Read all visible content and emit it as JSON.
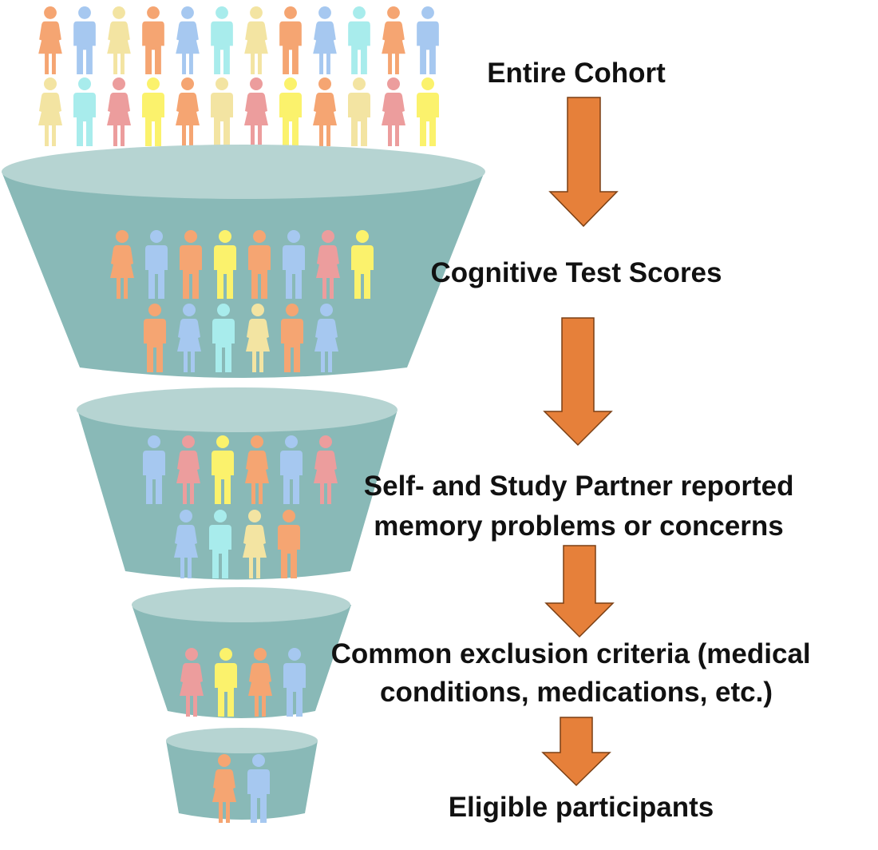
{
  "stages": [
    {
      "label_lines": [
        "Entire Cohort"
      ]
    },
    {
      "label_lines": [
        "Cognitive Test Scores"
      ]
    },
    {
      "label_lines": [
        "Self- and Study Partner reported",
        "memory problems or concerns"
      ]
    },
    {
      "label_lines": [
        "Common exclusion criteria (medical",
        "conditions, medications, etc.)"
      ]
    },
    {
      "label_lines": [
        "Eligible  participants"
      ]
    }
  ],
  "funnel_tiers": [
    {
      "people_rows": [
        [
          "f-orange",
          "m-blue",
          "m-orange",
          "m-yellow",
          "m-orange",
          "m-blue",
          "f-pink",
          "m-yellow"
        ],
        [
          "m-orange",
          "f-blue",
          "m-cyan",
          "f-paleyellow",
          "m-orange",
          "f-blue"
        ]
      ]
    },
    {
      "people_rows": [
        [
          "m-blue",
          "f-pink",
          "m-yellow",
          "f-orange",
          "m-blue",
          "f-pink"
        ],
        [
          "f-blue",
          "m-cyan",
          "f-paleyellow",
          "m-orange"
        ]
      ]
    },
    {
      "people_rows": [
        [
          "f-pink",
          "m-yellow",
          "f-orange",
          "m-blue"
        ]
      ]
    },
    {
      "people_rows": [
        [
          "f-orange",
          "m-blue"
        ]
      ]
    }
  ],
  "cohort_people_rows": [
    [
      "f-orange",
      "m-blue",
      "f-paleyellow",
      "m-orange",
      "f-blue",
      "m-cyan",
      "f-paleyellow",
      "m-orange",
      "f-blue",
      "m-cyan",
      "f-orange",
      "m-blue"
    ],
    [
      "f-paleyellow",
      "m-cyan",
      "f-pink",
      "m-yellow",
      "f-orange",
      "m-paleyellow",
      "f-pink",
      "m-yellow",
      "f-orange",
      "m-paleyellow",
      "f-pink",
      "m-yellow"
    ]
  ],
  "colors": {
    "funnel_body": "#89b9b7",
    "funnel_rim": "#b6d4d2",
    "arrow_fill": "#e6803a",
    "arrow_stroke": "#7a3f14",
    "label_text": "#111111",
    "person_orange": "#f5a572",
    "person_blue": "#a6c8f0",
    "person_paleyellow": "#f3e4a2",
    "person_cyan": "#a8ecec",
    "person_pink": "#ec9d9d",
    "person_yellow": "#fbf26c"
  }
}
